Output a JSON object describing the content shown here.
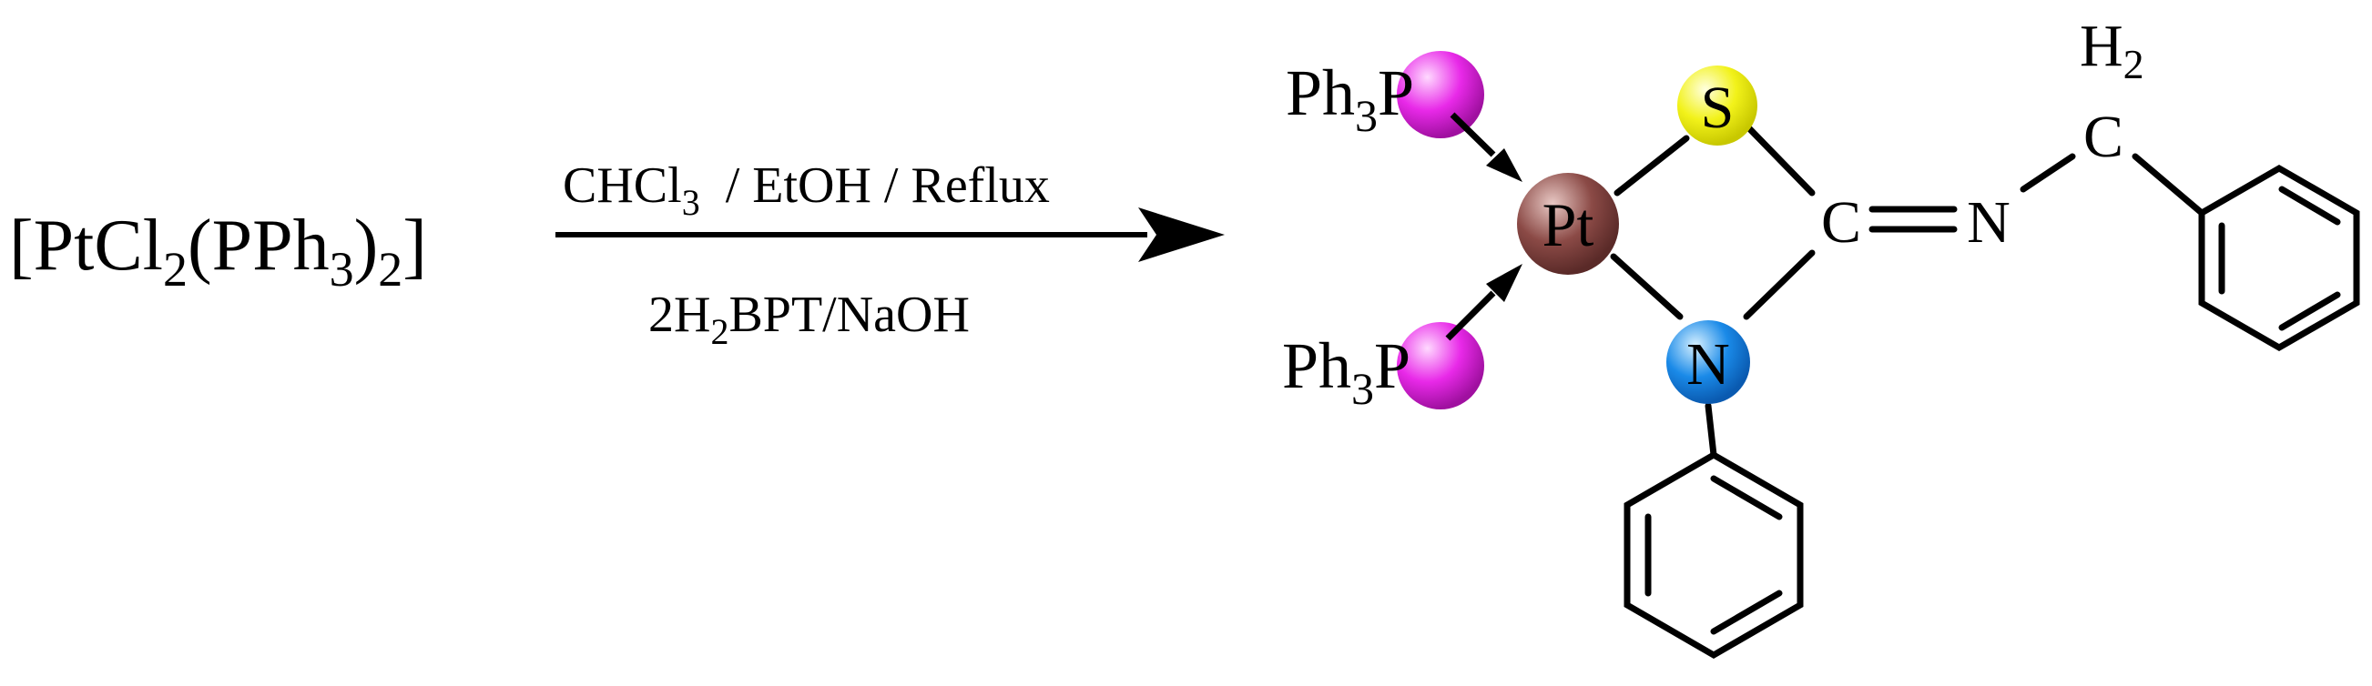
{
  "reactant": {
    "prefix": "[PtCl",
    "sub1": "2",
    "mid": "(PPh",
    "sub2": "3",
    "close": ")",
    "sub3": "2",
    "end": "]"
  },
  "conditions": {
    "above_main": "CHCl",
    "above_sub": "3",
    "above_rest": "  / EtOH / Reflux",
    "below_pre": "2H",
    "below_sub": "2",
    "below_rest": "BPT/NaOH"
  },
  "product": {
    "ligand_top": {
      "pre": "Ph",
      "sub": "3",
      "post": "P"
    },
    "ligand_bottom": {
      "pre": "Ph",
      "sub": "3",
      "post": "P"
    },
    "metal": "Pt",
    "sulfur": "S",
    "carbon": "C",
    "imine_n": "N",
    "ring_n": "N",
    "ch2_h": "H",
    "ch2_sub": "2",
    "ch2_c": "C"
  },
  "colors": {
    "phosphorus_ball": "#e829e8",
    "platinum_ball": "#8b4a46",
    "sulfur_ball": "#f2f21a",
    "nitrogen_ball": "#1a8ae8",
    "bond": "#000000"
  }
}
